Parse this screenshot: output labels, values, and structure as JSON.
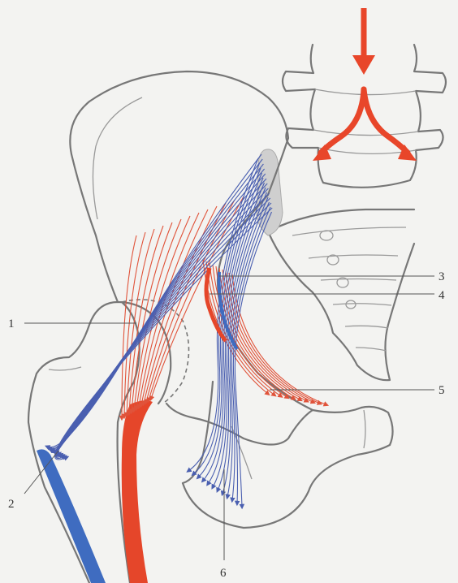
{
  "labels": [
    {
      "key": "1",
      "text": "1"
    },
    {
      "key": "2",
      "text": "2"
    },
    {
      "key": "3",
      "text": "3"
    },
    {
      "key": "4",
      "text": "4"
    },
    {
      "key": "5",
      "text": "5"
    },
    {
      "key": "6",
      "text": "6"
    }
  ],
  "colors": {
    "background": "#f3f3f1",
    "bone_outline": "#777777",
    "force_red": "#e8462a",
    "trabecular_red": "#e0533a",
    "trabecular_blue": "#4a5fb0",
    "cortex_red": "#e5462a",
    "cortex_blue": "#3f6cc0",
    "cartilage_gray": "#cfcfcf"
  }
}
